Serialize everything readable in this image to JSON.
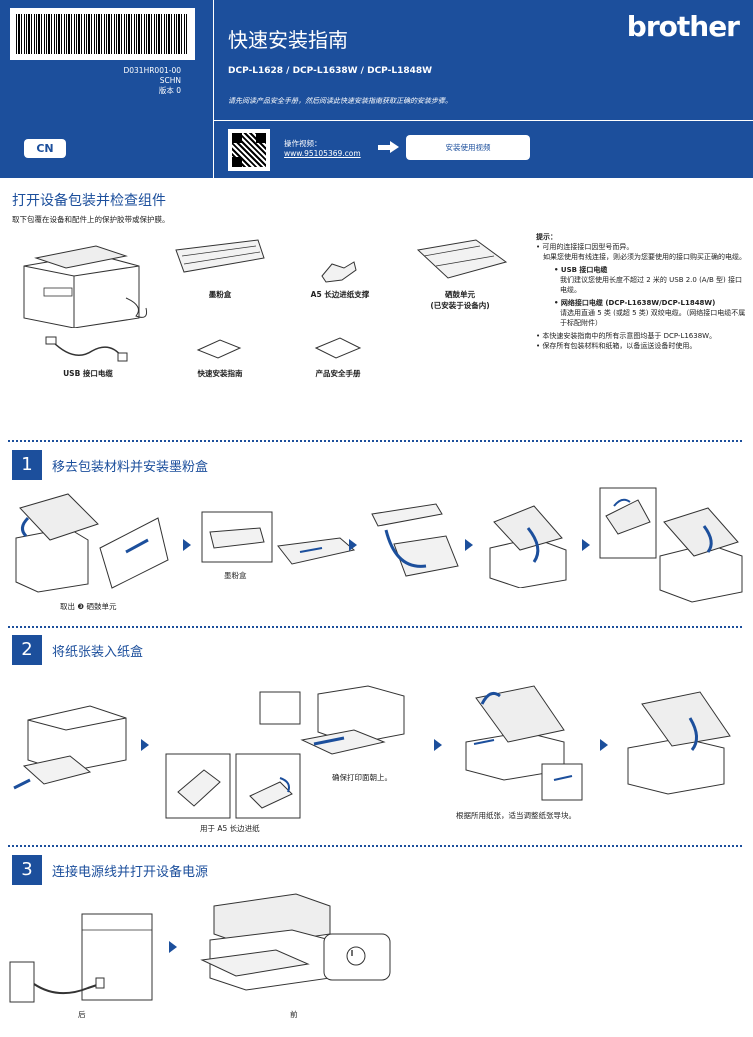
{
  "header": {
    "doc_code": "D031HR001-00",
    "lang_code": "SCHN",
    "version": "版本 0",
    "country_badge": "CN",
    "title": "快速安装指南",
    "models": "DCP-L1628 / DCP-L1638W / DCP-L1848W",
    "note": "请先阅读产品安全手册，然后阅读此快速安装指南获取正确的安装步骤。",
    "brand": "brother",
    "video_label": "操作视频：",
    "video_url": "www.95105369.com",
    "video_button": "安装使用视频"
  },
  "unpack": {
    "title": "打开设备包装并检查组件",
    "subtitle": "取下包覆在设备和配件上的保护胶带或保护膜。",
    "items": {
      "toner": "墨粉盒",
      "a5_support": "A5 长边进纸支撑",
      "drum_line1": "硒鼓单元",
      "drum_line2": "(已安装于设备内)",
      "usb": "USB 接口电缆",
      "quick_guide": "快速安装指南",
      "safety": "产品安全手册"
    },
    "tips": {
      "heading": "提示：",
      "line1": "• 可用的连接接口因型号而异。",
      "line2": "如果您使用有线连接，则必须为您要使用的接口购买正确的电缆。",
      "usb_head": "• USB 接口电缆",
      "usb_body": "我们建议您使用长度不超过 2 米的 USB 2.0 (A/B 型) 接口电缆。",
      "net_head": "• 网络接口电缆 (DCP-L1638W/DCP-L1848W)",
      "net_body": "请选用直通 5 类 (或超 5 类) 双绞电缆。（网络接口电缆不属于标配附件）",
      "note1": "• 本快速安装指南中的所有示意图均基于 DCP-L1638W。",
      "note2": "• 保存所有包装材料和纸箱，以备运送设备时使用。"
    }
  },
  "step1": {
    "number": "1",
    "title": "移去包装材料并安装墨粉盒",
    "caption_remove": "取出 ❸ 硒鼓单元",
    "caption_toner": "墨粉盒"
  },
  "step2": {
    "number": "2",
    "title": "将纸张装入纸盒",
    "caption_a5": "用于 A5 长边进纸",
    "caption_face": "确保打印面朝上。",
    "caption_guide": "根据所用纸张，适当调整纸张导块。"
  },
  "step3": {
    "number": "3",
    "title": "连接电源线并打开设备电源",
    "caption_back": "后",
    "caption_front": "前"
  }
}
